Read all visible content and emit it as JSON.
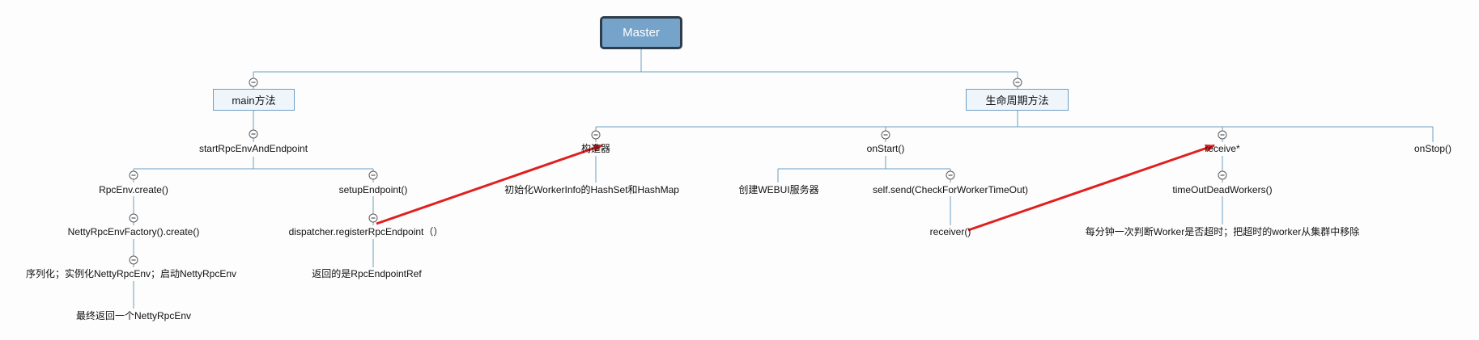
{
  "root": {
    "label": "Master"
  },
  "branches": [
    {
      "label": "main方法",
      "children": [
        {
          "label": "startRpcEnvAndEndpoint",
          "children": [
            {
              "label": "RpcEnv.create()",
              "children": [
                {
                  "label": "NettyRpcEnvFactory().create()",
                  "children": [
                    {
                      "label": "序列化；实例化NettyRpcEnv；启动NettyRpcEnv",
                      "children": [
                        {
                          "label": "最终返回一个NettyRpcEnv"
                        }
                      ]
                    }
                  ]
                }
              ]
            },
            {
              "label": "setupEndpoint()",
              "children": [
                {
                  "label": "dispatcher.registerRpcEndpoint（）",
                  "children": [
                    {
                      "label": "返回的是RpcEndpointRef"
                    }
                  ]
                }
              ]
            }
          ]
        }
      ]
    },
    {
      "label": "生命周期方法",
      "children": [
        {
          "label": "构造器",
          "children": [
            {
              "label": "初始化WorkerInfo的HashSet和HashMap"
            }
          ]
        },
        {
          "label": "onStart()",
          "children": [
            {
              "label": "创建WEBUI服务器"
            },
            {
              "label": "self.send(CheckForWorkerTimeOut)",
              "children": [
                {
                  "label": "receiver()"
                }
              ]
            }
          ]
        },
        {
          "label": "receive*",
          "children": [
            {
              "label": "timeOutDeadWorkers()",
              "children": [
                {
                  "label": "每分钟一次判断Worker是否超时；把超时的worker从集群中移除"
                }
              ]
            }
          ]
        },
        {
          "label": "onStop()"
        }
      ]
    }
  ],
  "colors": {
    "root_fill": "#76a3c9",
    "root_border": "#2f3d4a",
    "topic_fill": "#eef6fb",
    "topic_border": "#6c9ec4",
    "connector": "#6c9ec4",
    "annotation_arrow": "#e02020"
  },
  "icons": [
    "collapse-toggle-icon"
  ]
}
